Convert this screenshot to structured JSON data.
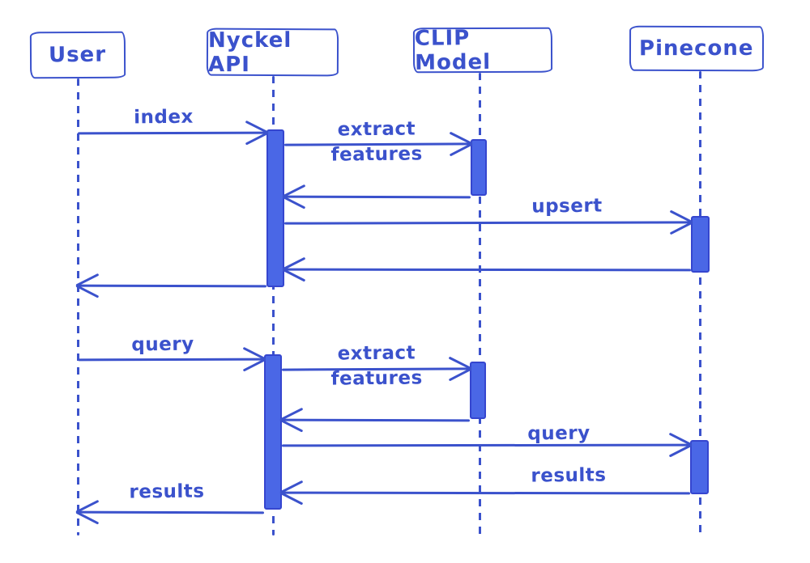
{
  "diagram": {
    "type": "sequence",
    "style": "hand-drawn",
    "colors": {
      "ink": "#3b52cc",
      "bar_fill": "#4a67e6",
      "bar_stroke": "#3546cf",
      "background": "#ffffff"
    },
    "actors": [
      {
        "name": "User"
      },
      {
        "name": "Nyckel API"
      },
      {
        "name": "CLIP Model"
      },
      {
        "name": "Pinecone"
      }
    ],
    "messages": [
      {
        "label": "index",
        "from": "User",
        "to": "Nyckel API"
      },
      {
        "label": "extract\nfeatures",
        "from": "Nyckel API",
        "to": "CLIP Model"
      },
      {
        "label": "",
        "from": "CLIP Model",
        "to": "Nyckel API"
      },
      {
        "label": "upsert",
        "from": "Nyckel API",
        "to": "Pinecone"
      },
      {
        "label": "",
        "from": "Pinecone",
        "to": "Nyckel API"
      },
      {
        "label": "",
        "from": "Nyckel API",
        "to": "User"
      },
      {
        "label": "query",
        "from": "User",
        "to": "Nyckel API"
      },
      {
        "label": "extract\nfeatures",
        "from": "Nyckel API",
        "to": "CLIP Model"
      },
      {
        "label": "",
        "from": "CLIP Model",
        "to": "Nyckel API"
      },
      {
        "label": "query",
        "from": "Nyckel API",
        "to": "Pinecone"
      },
      {
        "label": "results",
        "from": "Pinecone",
        "to": "Nyckel API"
      },
      {
        "label": "results",
        "from": "Nyckel API",
        "to": "User"
      }
    ]
  }
}
